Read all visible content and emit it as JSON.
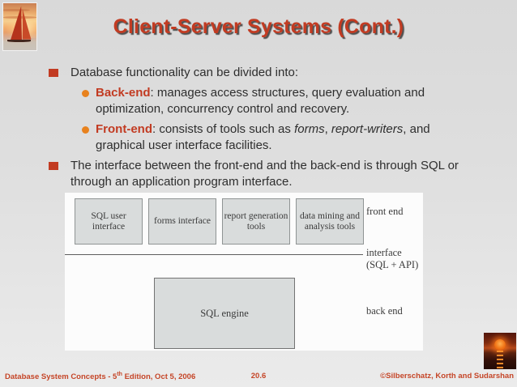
{
  "slide": {
    "title": "Client-Server Systems (Cont.)",
    "bullets": {
      "b1": "Database functionality can be divided into:",
      "s1_term": "Back-end",
      "s1_rest": ": manages access structures, query evaluation and optimization, concurrency control and recovery.",
      "s2_term": "Front-end",
      "s2_pre": ": consists of tools such as ",
      "s2_i1": "forms",
      "s2_c1": ", ",
      "s2_i2": "report-writers",
      "s2_post": ", and graphical user interface facilities.",
      "b2": "The interface between the front-end and the back-end is through SQL or through an application program interface."
    },
    "diagram": {
      "boxes": [
        "SQL user interface",
        "forms interface",
        "report generation tools",
        "data mining and analysis tools"
      ],
      "engine": "SQL engine",
      "labels": {
        "front_end": "front end",
        "interface_line1": "interface",
        "interface_line2": "(SQL + API)",
        "back_end": "back end"
      }
    },
    "footer": {
      "left_pre": "Database System Concepts - 5",
      "left_sup": "th",
      "left_post": " Edition, Oct 5, 2006",
      "page": "20.6",
      "right": "©Silberschatz, Korth and Sudarshan"
    },
    "colors": {
      "accent_red": "#c23b22",
      "bullet_orange": "#e8821e",
      "footer_red": "#c54527",
      "box_fill": "#d9dcdc",
      "diagram_bg": "#fcfcfc"
    },
    "icons": {
      "top_left": "sailboat-sunset-photo",
      "bottom_right": "ocean-sunset-photo"
    }
  }
}
